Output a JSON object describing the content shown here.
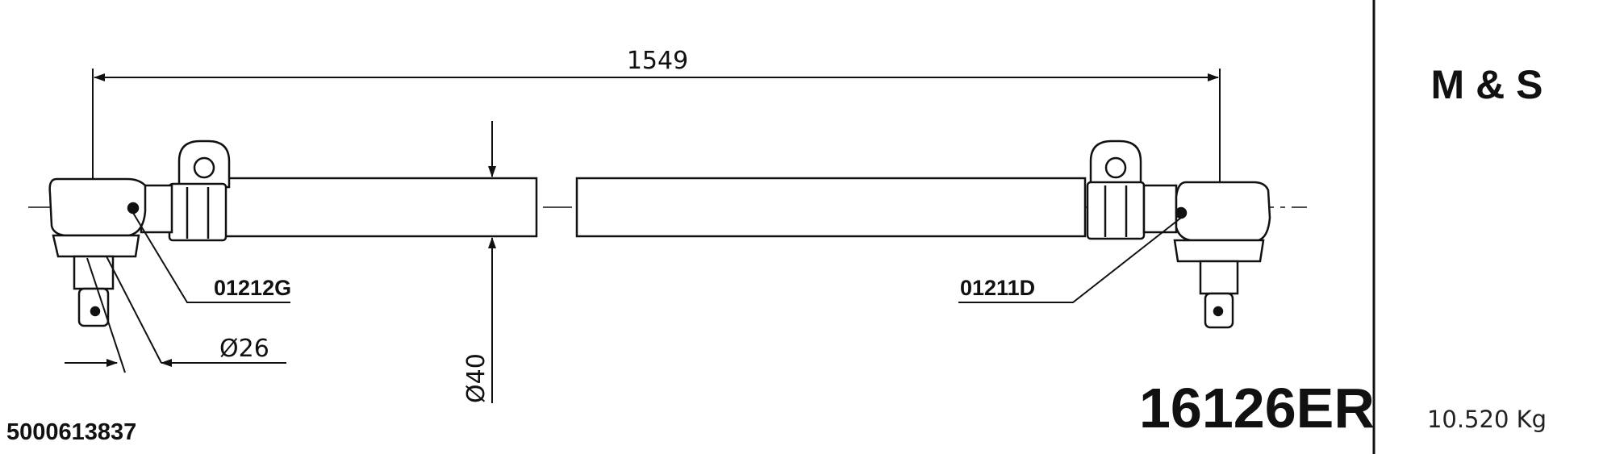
{
  "drawing": {
    "overall_length": "1549",
    "tube_diameter": "Ø40",
    "ball_pin_diameter": "Ø26",
    "left_end_part": "01212G",
    "right_end_part": "01211D",
    "product_code": "16126ER",
    "oem_number": "5000613837"
  },
  "sidebar": {
    "brand": "M & S",
    "weight": "10.520 Kg"
  }
}
